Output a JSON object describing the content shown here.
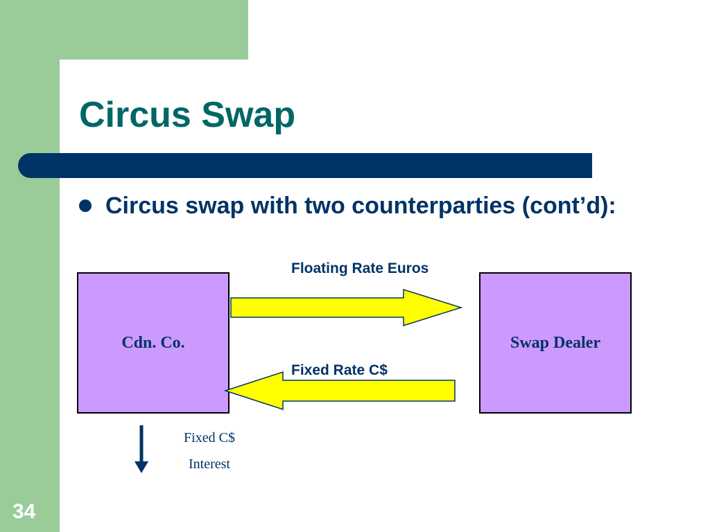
{
  "slide": {
    "title": "Circus Swap",
    "bullet": "Circus swap with two counterparties (cont’d):",
    "page_number": "34"
  },
  "diagram": {
    "left_box": "Cdn. Co.",
    "right_box": "Swap Dealer",
    "top_arrow_label": "Floating Rate Euros",
    "bottom_arrow_label": "Fixed Rate C$",
    "outflow_line1": "Fixed C$",
    "outflow_line2": "Interest"
  },
  "colors": {
    "band": "#99cc99",
    "title": "#006666",
    "bar": "#003366",
    "box_fill": "#cc99ff",
    "arrow_fill": "#ffff00"
  }
}
